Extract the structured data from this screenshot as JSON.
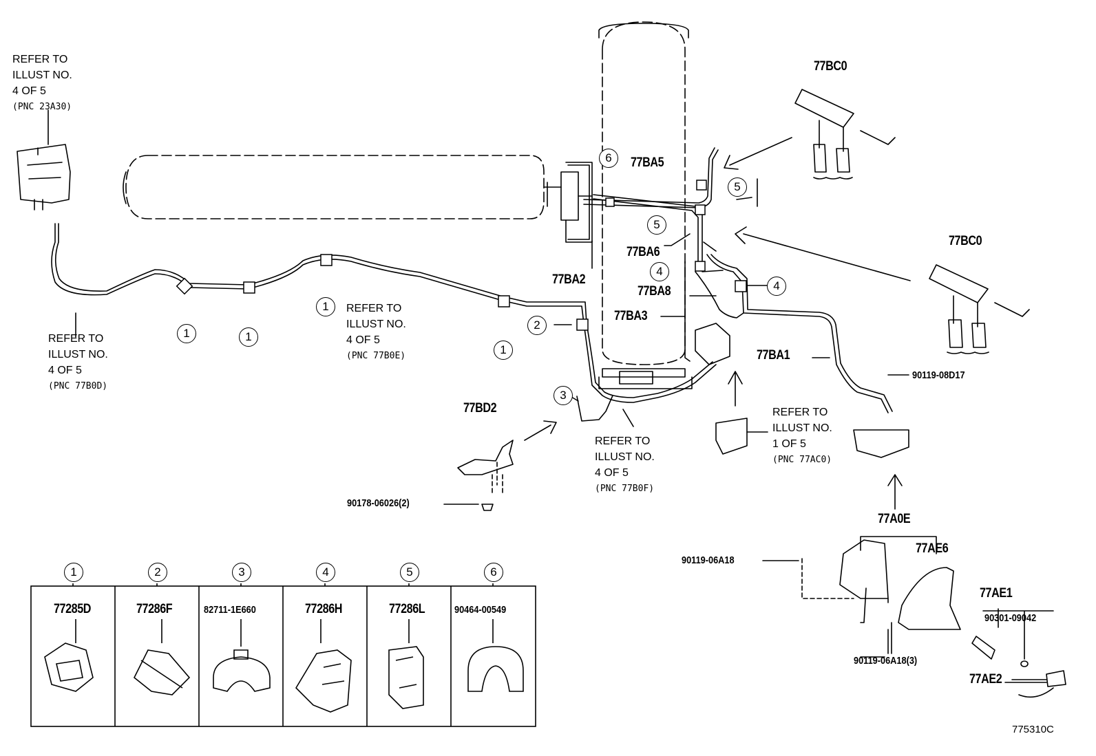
{
  "refs": {
    "r23A30": [
      "REFER TO",
      "ILLUST NO.",
      "4 OF 5",
      "(PNC 23A30)"
    ],
    "r77B0D": [
      "REFER TO",
      "ILLUST NO.",
      "4 OF 5",
      "(PNC 77B0D)"
    ],
    "r77B0E": [
      "REFER TO",
      "ILLUST NO.",
      "4 OF 5",
      "(PNC 77B0E)"
    ],
    "r77B0F": [
      "REFER TO",
      "ILLUST NO.",
      "4 OF 5",
      "(PNC 77B0F)"
    ],
    "r77AC0": [
      "REFER TO",
      "ILLUST NO.",
      "1 OF 5",
      "(PNC 77AC0)"
    ]
  },
  "parts": {
    "p77BC0a": "77BC0",
    "p77BC0b": "77BC0",
    "p77BA5": "77BA5",
    "p77BA6": "77BA6",
    "p77BA8": "77BA8",
    "p77BA3": "77BA3",
    "p77BA2": "77BA2",
    "p77BA1": "77BA1",
    "p77BD2": "77BD2",
    "p77A0E": "77A0E",
    "p77AE6": "77AE6",
    "p77AE1": "77AE1",
    "p77AE2": "77AE2",
    "b90119_08D17": "90119-08D17",
    "b90178": "90178-06026(2)",
    "b90119_06A18": "90119-06A18",
    "b90119_06A18_3": "90119-06A18(3)",
    "b90301": "90301-09042"
  },
  "callouts": [
    "1",
    "1",
    "1",
    "1",
    "2",
    "3",
    "4",
    "4",
    "5",
    "5",
    "6"
  ],
  "legend": [
    {
      "num": "1",
      "part": "77285D"
    },
    {
      "num": "2",
      "part": "77286F"
    },
    {
      "num": "3",
      "part": "82711-1E660"
    },
    {
      "num": "4",
      "part": "77286H"
    },
    {
      "num": "5",
      "part": "77286L"
    },
    {
      "num": "6",
      "part": "90464-00549"
    }
  ],
  "illustration_id": "775310C"
}
